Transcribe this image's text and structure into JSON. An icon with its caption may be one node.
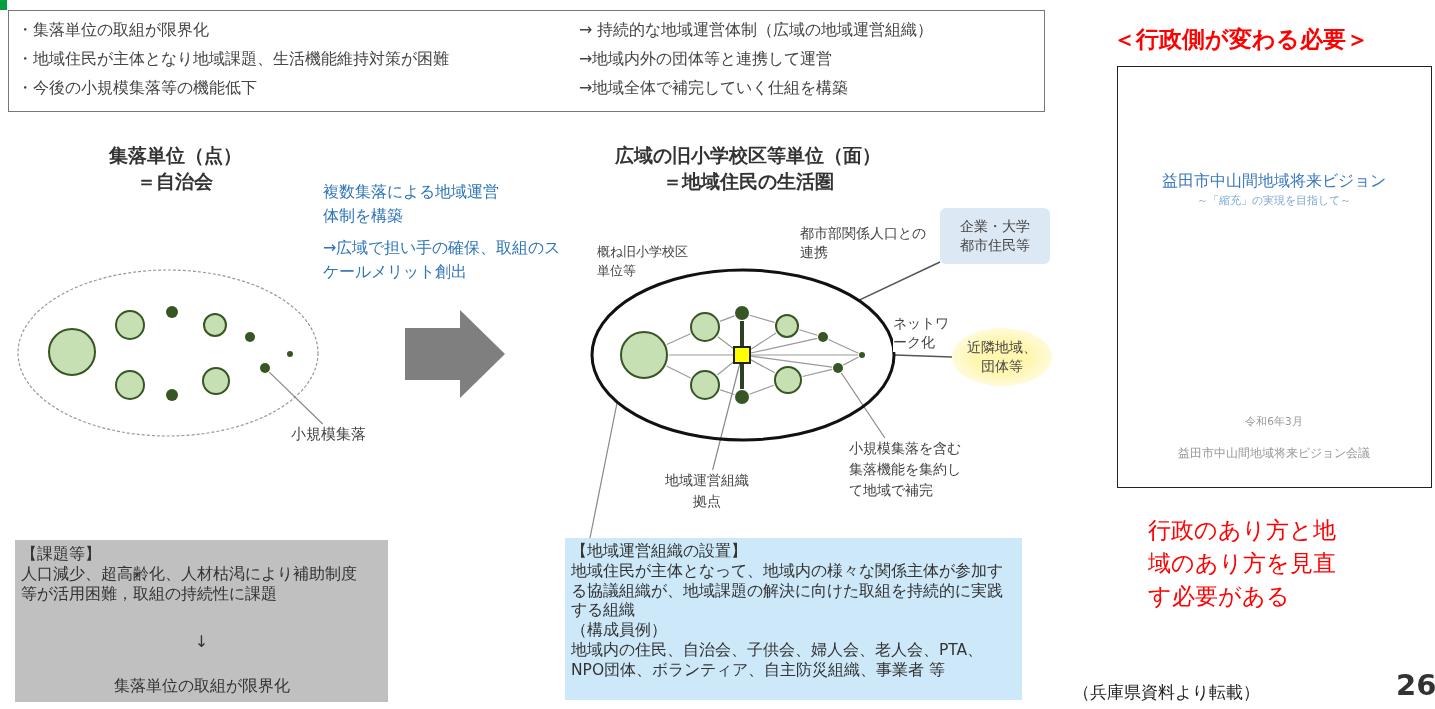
{
  "diagram": {
    "nodes": [
      {
        "text": [
          "・集落単位の取組が限界化",
          "→ 持続的な地域運営体制（広域の地域運営組織）",
          "・地域住民が主体となり地域課題、生活機能維持対策が困難",
          "→地域内外の団体等と連携して運営",
          "・今後の小規模集落等の機能低下",
          "→地域全体で補完していく仕組を構築"
        ]
      },
      {
        "text": [],
        "shape": "ellipse"
      },
      {
        "text": [],
        "shape": "circle",
        "in": 1
      },
      {
        "text": [],
        "shape": "circle",
        "in": 1
      },
      {
        "text": [],
        "shape": "circle",
        "in": 1
      },
      {
        "text": [],
        "shape": "circle",
        "in": 1
      },
      {
        "text": [],
        "shape": "circle",
        "in": 1
      },
      {
        "text": [],
        "shape": "circle",
        "in": 1
      },
      {
        "text": [],
        "shape": "circle",
        "in": 1
      },
      {
        "text": [],
        "shape": "circle",
        "in": 1
      },
      {
        "text": [],
        "shape": "circle",
        "in": 1
      },
      {
        "text": [],
        "shape": "circle",
        "in": 1
      },
      {
        "text": [],
        "shape": "ellipse",
        "beside": [
          "概ね旧小学校区単位等"
        ]
      },
      {
        "text": [],
        "shape": "box",
        "in": 12
      },
      {
        "text": [],
        "shape": "circle",
        "in": 12
      },
      {
        "text": [],
        "shape": "circle",
        "in": 12
      },
      {
        "text": [],
        "shape": "circle",
        "in": 12
      },
      {
        "text": [],
        "shape": "circle",
        "in": 12
      },
      {
        "text": [],
        "shape": "circle",
        "in": 12
      },
      {
        "text": [],
        "shape": "circle",
        "in": 12
      },
      {
        "text": [],
        "shape": "circle",
        "in": 12
      },
      {
        "text": [],
        "shape": "circle",
        "in": 12
      },
      {
        "text": [],
        "shape": "circle",
        "in": 12
      },
      {
        "text": [],
        "shape": "circle",
        "in": 12
      },
      {
        "text": [
          "企業・大学都市住民等"
        ]
      },
      {
        "text": [
          "近隣地域、団体等"
        ]
      },
      {
        "text": [
          "小規模集落"
        ]
      },
      {
        "text": [
          "地域運営組織拠点"
        ]
      },
      {
        "text": [
          "小規模集落を含む集落機能を集約して地域で補完"
        ]
      },
      {
        "text": [
          "【課題等】",
          "人口減少、超高齢化、人材枯渇により補助制度等が活用困難，取組の持続性に課題",
          "↓",
          "集落単位の取組が限界化"
        ]
      },
      {
        "text": [
          "【地域運営組織の設置】",
          "地域住民が主体となって、地域内の様々な関係主体が参加する協議組織が、地域課題の解決に向けた取組を持続的に実践する組織",
          "（構成員例）",
          "地域内の住民、自治会、子供会、婦人会、老人会、PTA、NPO団体、ボランティア、自主防災組織、事業者 等"
        ]
      },
      {
        "text": [
          "益田市中山間地域将来ビジョン",
          "～「縮充」の実現を目指して～",
          "令和6年3月",
          "益田市中山間地域将来ビジョン会議"
        ],
        "beside": [
          "＜行政側が変わる必要＞"
        ]
      }
    ],
    "edges": [
      {
        "from": 1,
        "to": 12,
        "arrow": "to"
      },
      {
        "from": 12,
        "to": 24,
        "arrow": "none",
        "label": "都市部関係人口との連携"
      },
      {
        "from": 12,
        "to": 25,
        "arrow": "none",
        "label": "ネットワーク化"
      },
      {
        "from": 26,
        "to": 10,
        "arrow": "none"
      },
      {
        "from": 27,
        "to": 13,
        "arrow": "none"
      },
      {
        "from": 28,
        "to": 22,
        "arrow": "none"
      },
      {
        "from": 12,
        "to": 30,
        "arrow": "none"
      },
      {
        "from": 13,
        "to": 14,
        "arrow": "none"
      },
      {
        "from": 13,
        "to": 15,
        "arrow": "none"
      },
      {
        "from": 13,
        "to": 16,
        "arrow": "none"
      },
      {
        "from": 13,
        "to": 17,
        "arrow": "none",
        "style": "thick",
        "color": "#2f3f25"
      },
      {
        "from": 13,
        "to": 18,
        "arrow": "none",
        "style": "thick",
        "color": "#2f3f25"
      },
      {
        "from": 13,
        "to": 19,
        "arrow": "none"
      },
      {
        "from": 13,
        "to": 20,
        "arrow": "none"
      },
      {
        "from": 13,
        "to": 21,
        "arrow": "none"
      },
      {
        "from": 13,
        "to": 22,
        "arrow": "none"
      },
      {
        "from": 13,
        "to": 23,
        "arrow": "none"
      },
      {
        "from": 14,
        "to": 15,
        "arrow": "none"
      },
      {
        "from": 14,
        "to": 16,
        "arrow": "none"
      },
      {
        "from": 15,
        "to": 17,
        "arrow": "none"
      },
      {
        "from": 16,
        "to": 18,
        "arrow": "none"
      },
      {
        "from": 17,
        "to": 19,
        "arrow": "none"
      },
      {
        "from": 18,
        "to": 20,
        "arrow": "none"
      },
      {
        "from": 19,
        "to": 21,
        "arrow": "none"
      },
      {
        "from": 20,
        "to": 22,
        "arrow": "none"
      },
      {
        "from": 21,
        "to": 23,
        "arrow": "none"
      },
      {
        "from": 22,
        "to": 23,
        "arrow": "none"
      }
    ],
    "labels": [
      "集落単位（点）＝自治会",
      "複数集落による地域運営体制を構築",
      "→広域で担い手の確保、取組のスケールメリット創出",
      "広域の旧小学校区等単位（面）＝地域住民の生活圏",
      "行政のあり方と地域のあり方を見直す必要がある",
      "（兵庫県資料より転載）",
      "26"
    ]
  }
}
